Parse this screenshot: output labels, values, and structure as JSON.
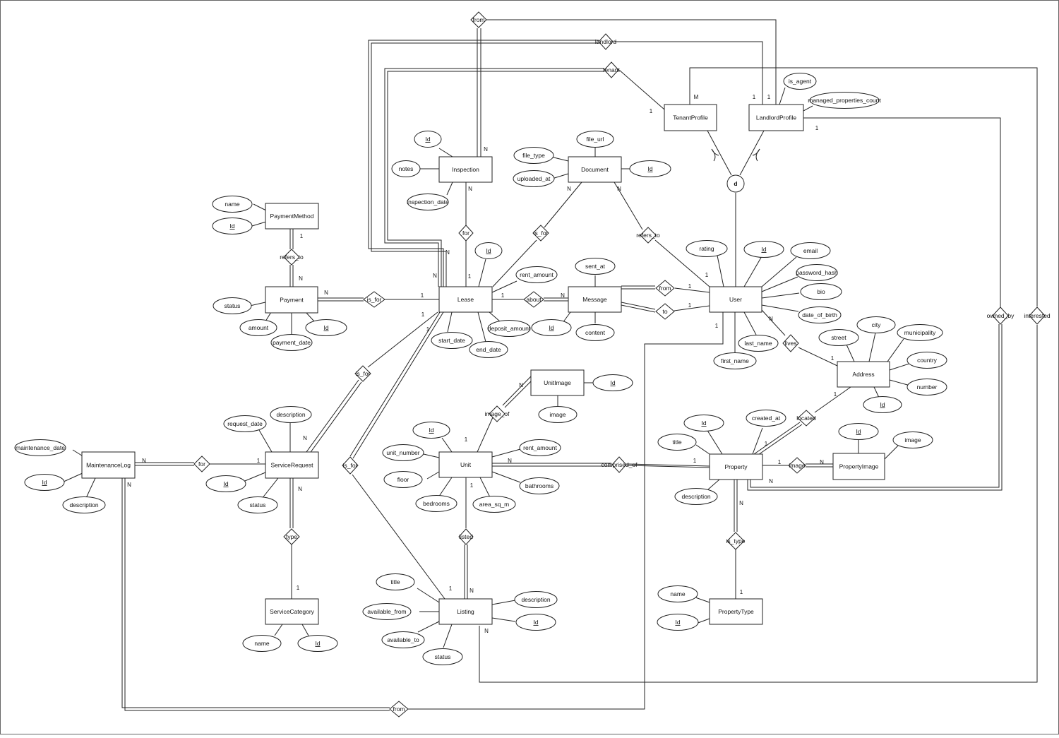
{
  "entities": {
    "tenant_profile": "TenantProfile",
    "landlord_profile": "LandlordProfile",
    "inspection": "Inspection",
    "document": "Document",
    "payment_method": "PaymentMethod",
    "payment": "Payment",
    "lease": "Lease",
    "message": "Message",
    "user": "User",
    "unit_image": "UnitImage",
    "address": "Address",
    "maintenance_log": "MaintenanceLog",
    "service_request": "ServiceRequest",
    "unit": "Unit",
    "property": "Property",
    "property_image": "PropertyImage",
    "service_category": "ServiceCategory",
    "listing": "Listing",
    "property_type": "PropertyType"
  },
  "attributes": {
    "is_agent": "is_agent",
    "managed_properties_count": "managed_properties_count",
    "inspection_id": "Id",
    "inspection_notes": "notes",
    "inspection_date": "inspection_date",
    "document_file_url": "file_url",
    "document_file_type": "file_type",
    "document_uploaded_at": "uploaded_at",
    "document_id": "Id",
    "payment_method_name": "name",
    "payment_method_id": "Id",
    "payment_status": "status",
    "payment_amount": "amount",
    "payment_date": "payment_date",
    "payment_id": "Id",
    "lease_id": "Id",
    "lease_rent_amount": "rent_amount",
    "lease_start_date": "start_date",
    "lease_end_date": "end_date",
    "lease_deposit_amount": "deposit_amount",
    "message_sent_at": "sent_at",
    "message_id": "Id",
    "message_content": "content",
    "user_rating": "rating",
    "user_id": "Id",
    "user_email": "email",
    "user_password_hash": "password_hash",
    "user_bio": "bio",
    "user_date_of_birth": "date_of_birth",
    "user_last_name": "last_name",
    "user_first_name": "first_name",
    "unit_image_id": "Id",
    "unit_image_image": "image",
    "address_street": "street",
    "address_city": "city",
    "address_municipality": "municipality",
    "address_country": "country",
    "address_number": "number",
    "address_id": "Id",
    "maintenance_date": "maintenance_date",
    "maintenance_id": "Id",
    "maintenance_description": "description",
    "service_request_date": "request_date",
    "service_request_description": "description",
    "service_request_id": "Id",
    "service_request_status": "status",
    "unit_id": "Id",
    "unit_number": "unit_number",
    "unit_floor": "floor",
    "unit_bedrooms": "bedrooms",
    "unit_area": "area_sq_m",
    "unit_bathrooms": "bathrooms",
    "unit_rent_amount": "rent_amount",
    "property_id": "Id",
    "property_title": "title",
    "property_created_at": "created_at",
    "property_description": "description",
    "property_image_id": "Id",
    "property_image_image": "image",
    "service_category_name": "name",
    "service_category_id": "Id",
    "listing_title": "title",
    "listing_available_from": "available_from",
    "listing_available_to": "available_to",
    "listing_status": "status",
    "listing_description": "description",
    "listing_id": "Id",
    "property_type_name": "name",
    "property_type_id": "Id"
  },
  "relationships": {
    "from_top": "from",
    "landlord": "landlord",
    "tenant": "tenant",
    "inspection_for": "for",
    "document_is_for": "is_for",
    "document_refers_to": "refers_to",
    "payment_refers_to": "refers_to",
    "payment_is_for": "is_for",
    "message_about": "about",
    "message_from": "from",
    "message_to": "to",
    "user_lives": "lives",
    "request_is_for": "is_for",
    "image_of": "image_of",
    "address_located": "located",
    "maintenance_for": "for",
    "comprised_of": "comprised_of",
    "property_image_rel": "image",
    "listing_is_for": "is_for",
    "listed": "listed",
    "request_type": "type",
    "is_type": "is_type",
    "owned_by": "owned_by",
    "interested": "interested",
    "from_bottom": "from",
    "disjoint": "d"
  },
  "cardinalities": {
    "tenant_m": "M",
    "landlord_1a": "1",
    "landlord_1b": "1",
    "tenant_rel_1": "1",
    "landlord_owned_1": "1",
    "inspection_n": "N",
    "inspection_for_n": "N",
    "lease_for_1": "1",
    "lease_n1": "N",
    "lease_n2": "N",
    "document_n1": "N",
    "document_n2": "N",
    "user_refers_1": "1",
    "payment_method_1": "1",
    "payment_refers_n": "N",
    "payment_n": "N",
    "lease_payment_1": "1",
    "lease_about_1": "1",
    "message_about_n": "N",
    "message_from_1": "1",
    "message_to_1": "1",
    "lease_request_1": "1",
    "lease_listing_1": "1",
    "user_n": "N",
    "user_1": "1",
    "address_lives_1": "1",
    "address_located_1": "1",
    "property_located_1": "1",
    "unit_image_n": "N",
    "unit_image_of_1": "1",
    "maintenance_n1": "N",
    "maintenance_n2": "N",
    "service_request_for_1": "1",
    "service_request_is_for_n": "N",
    "service_request_type_n": "N",
    "service_category_1": "1",
    "unit_comprised_n": "N",
    "unit_listed_1": "1",
    "property_comprised_1": "1",
    "property_image_1": "1",
    "property_image_n": "N",
    "property_owned_n": "N",
    "property_type_n": "N",
    "property_type_1": "1",
    "listing_1": "1",
    "listing_n": "N",
    "listing_n2": "N"
  }
}
